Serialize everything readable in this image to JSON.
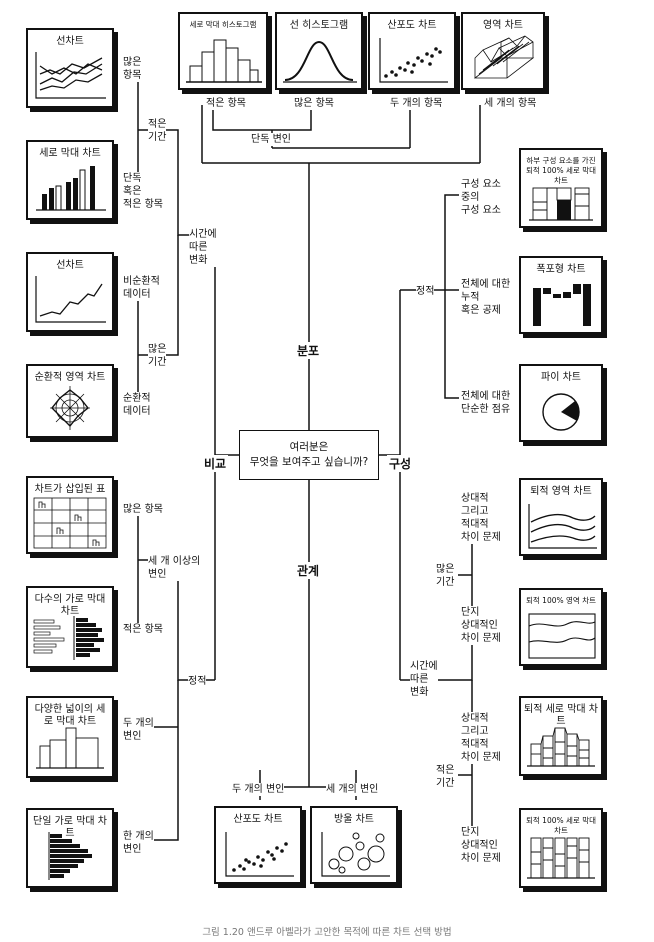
{
  "center": "여러분은\n무엇을 보여주고 싶습니까?",
  "branches": {
    "distribution": "분포",
    "comparison": "비교",
    "composition": "구성",
    "relationship": "관계"
  },
  "top": {
    "cards": [
      "세로 막대 히스토그램",
      "선 히스토그램",
      "산포도 차트",
      "영역 차트"
    ],
    "labels": [
      "적은 항목",
      "많은 항목",
      "두 개의 항목",
      "세 개의 항목"
    ],
    "single": "단독 변인"
  },
  "left_upper": {
    "cards": [
      "선차트",
      "세로 막대 차트",
      "선차트",
      "순환적 영역 차트"
    ],
    "labels": {
      "many_items": "많은\n항목",
      "few_periods": "적은\n기간",
      "single_or_few": "단독\n혹은\n적은 항목",
      "over_time": "시간에\n따른\n변화",
      "non_cyclic": "비순환적\n데이터",
      "many_periods": "많은\n기간",
      "cyclic": "순환적\n데이터"
    }
  },
  "left_lower": {
    "cards": [
      "차트가 삽입된 표",
      "다수의 가로 막대 차트",
      "다양한 넓이의 세로 막대 차트",
      "단일 가로 막대 차트"
    ],
    "labels": {
      "many_items": "많은 항목",
      "three_plus": "세 개 이상의\n변인",
      "few_items": "적은 항목",
      "static": "정적",
      "two_vars": "두 개의\n변인",
      "one_var": "한 개의\n변인"
    }
  },
  "right_upper": {
    "cards": [
      "하부 구성 요소를 가진 퇴적 100% 세로 막대차트",
      "폭포형 차트",
      "파이 차트"
    ],
    "labels": {
      "static": "정적",
      "comp_of_comp": "구성 요소\n중의\n구성 요소",
      "accum": "전체에 대한\n누적\n혹은 공제",
      "simple_share": "전체에 대한\n단순한 점유"
    }
  },
  "right_lower": {
    "cards": [
      "퇴적 영역 차트",
      "퇴적 100% 영역 차트",
      "퇴적 세로 막대 차트",
      "퇴적 100% 세로 막대 차트"
    ],
    "labels": {
      "relative_abs1": "상대적\n그리고\n적대적\n차이 문제",
      "many_periods": "많은\n기간",
      "relative_only1": "단지\n상대적인\n차이 문제",
      "over_time": "시간에\n따른\n변화",
      "relative_abs2": "상대적\n그리고\n적대적\n차이 문제",
      "few_periods": "적은\n기간",
      "relative_only2": "단지\n상대적인\n차이 문제"
    }
  },
  "bottom": {
    "cards": [
      "산포도 차트",
      "방울 차트"
    ],
    "labels": [
      "두 개의 변인",
      "세 개의 변인"
    ]
  },
  "caption": "그림 1.20 앤드루 아벨라가 고안한 목적에 따른 차트 선택 방법"
}
